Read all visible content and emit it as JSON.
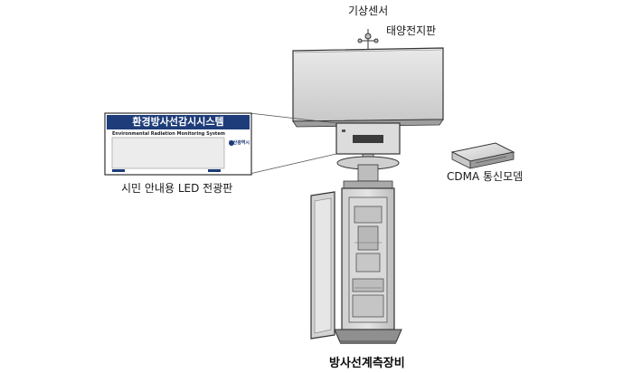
{
  "labels": {
    "weather_sensor": "기상센서",
    "solar_panel": "태양전지판",
    "citizen_led_board": "시민 안내용 LED 전광판",
    "cdma_modem": "CDMA 통신모뎀",
    "radiation_equipment": "방사선계측장비"
  },
  "sign": {
    "title": "환경방사선감시시스템",
    "subtitle": "Environmental Radiation Monitoring System",
    "organization": "부산광역시"
  },
  "colors": {
    "sign_header": "#1d3c79",
    "equipment_body": "#d8d8d8",
    "outline": "#3a3a3a"
  }
}
